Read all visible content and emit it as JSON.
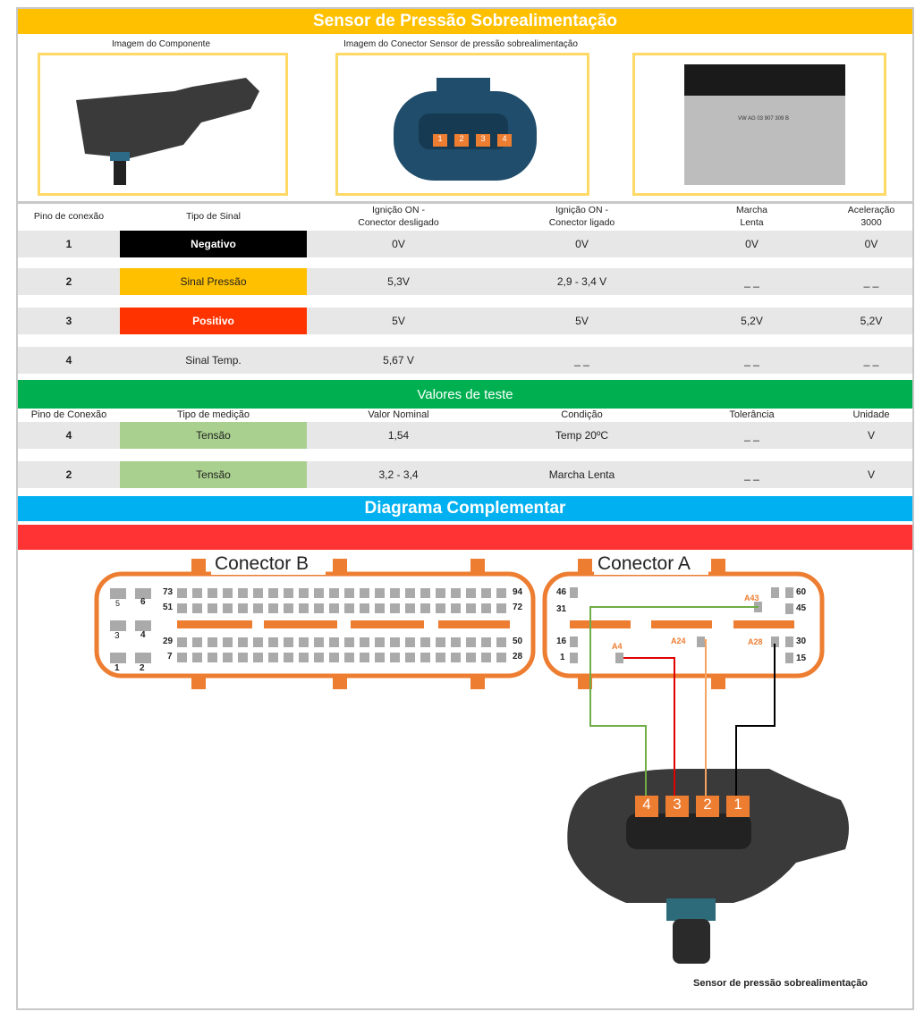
{
  "title": "Sensor de Pressão Sobrealimentação",
  "images": {
    "component_caption": "Imagem do Componente",
    "connector_caption": "Imagem do Conector Sensor de pressão sobrealimentação",
    "connector_pins": [
      "1",
      "2",
      "3",
      "4"
    ],
    "ecu_label": "VW AG 03 907 309 B"
  },
  "signal_table": {
    "headers": [
      "Pino de conexão",
      "Tipo de Sinal",
      "Ignição ON -\nConector desligado",
      "Ignição ON -\nConector ligado",
      "Marcha\nLenta",
      "Aceleração\n3000"
    ],
    "rows": [
      {
        "pin": "1",
        "signal": "Negativo",
        "color": "#000000",
        "text_color": "#ffffff",
        "off": "0V",
        "on": "0V",
        "idle": "0V",
        "accel": "0V"
      },
      {
        "pin": "2",
        "signal": "Sinal Pressão",
        "color": "#FFC000",
        "text_color": "#222222",
        "off": "5,3V",
        "on": "2,9 - 3,4 V",
        "idle": "_ _",
        "accel": "_ _"
      },
      {
        "pin": "3",
        "signal": "Positivo",
        "color": "#FF3300",
        "text_color": "#ffffff",
        "off": "5V",
        "on": "5V",
        "idle": "5,2V",
        "accel": "5,2V"
      },
      {
        "pin": "4",
        "signal": "Sinal Temp.",
        "color": "#e7e7e7",
        "text_color": "#222222",
        "off": "5,67 V",
        "on": "_ _",
        "idle": "_ _",
        "accel": "_ _"
      }
    ]
  },
  "test_section": {
    "title": "Valores de teste",
    "headers": [
      "Pino de Conexão",
      "Tipo de medição",
      "Valor Nominal",
      "Condição",
      "Tolerância",
      "Unidade"
    ],
    "rows": [
      {
        "pin": "4",
        "type": "Tensão",
        "nominal": "1,54",
        "condition": "Temp 20ºC",
        "tolerance": "_ _",
        "unit": "V"
      },
      {
        "pin": "2",
        "type": "Tensão",
        "nominal": "3,2 - 3,4",
        "condition": "Marcha Lenta",
        "tolerance": "_ _",
        "unit": "V"
      }
    ]
  },
  "diagram": {
    "title": "Diagrama Complementar",
    "connector_b": {
      "title": "Conector B",
      "labels": {
        "p5": "5",
        "p6": "6",
        "p3": "3",
        "p4": "4",
        "p1": "1",
        "p2": "2",
        "p73": "73",
        "p51": "51",
        "p29": "29",
        "p7": "7",
        "p94": "94",
        "p72": "72",
        "p50": "50",
        "p28": "28"
      }
    },
    "connector_a": {
      "title": "Conector A",
      "labels": {
        "p46": "46",
        "p31": "31",
        "p16": "16",
        "p1": "1",
        "p60": "60",
        "p45": "45",
        "p30": "30",
        "p15": "15"
      },
      "wired": {
        "a43": "A43",
        "a4": "A4",
        "a24": "A24",
        "a28": "A28"
      }
    },
    "sensor_pins": [
      "4",
      "3",
      "2",
      "1"
    ],
    "sensor_caption": "Sensor de pressão sobrealimentação",
    "colors": {
      "orange": "#ED7D31",
      "green": "#70AD47",
      "red": "#E00000",
      "wire_orange": "#F4A460",
      "black": "#000000"
    }
  }
}
